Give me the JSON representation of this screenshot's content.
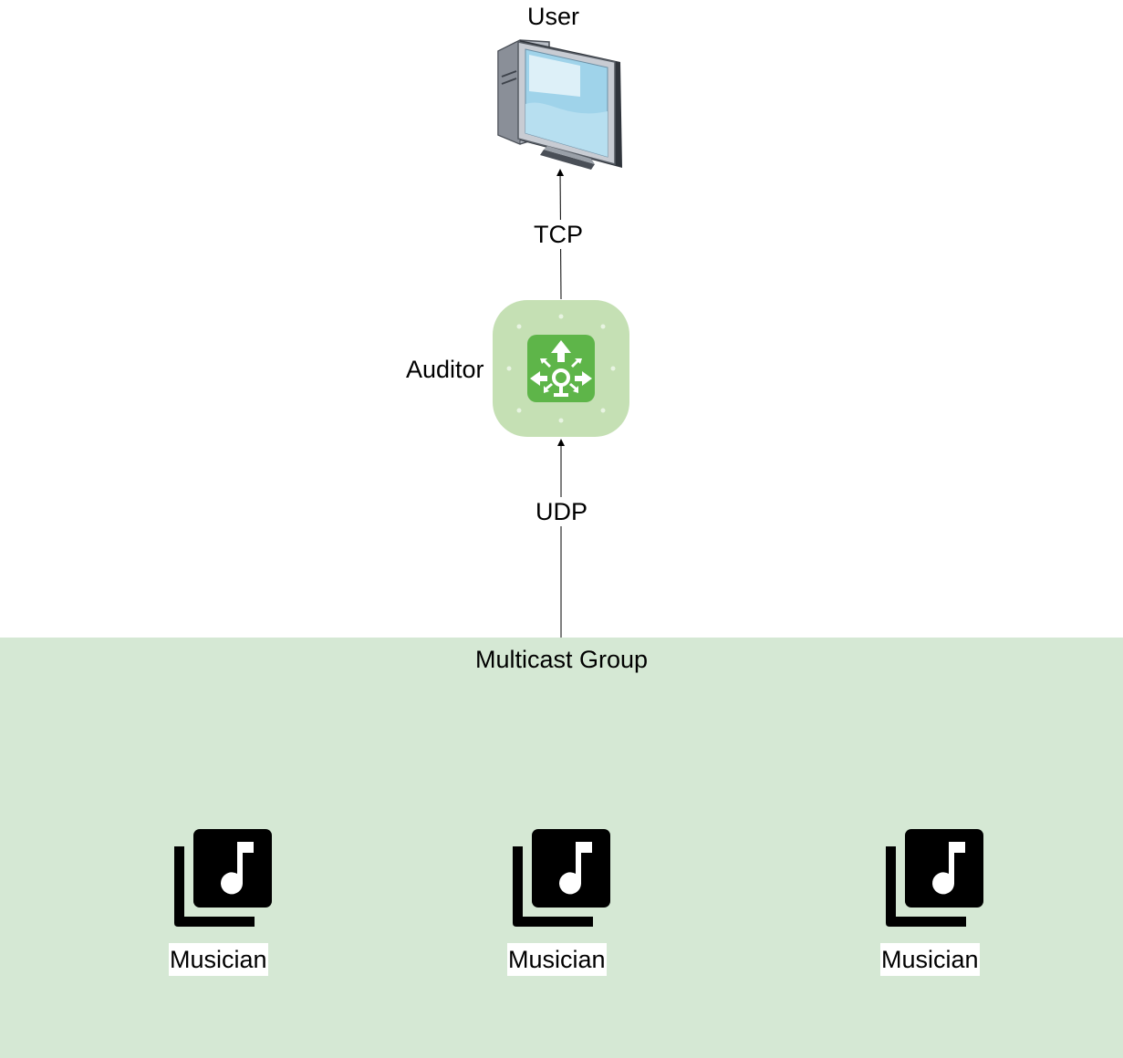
{
  "nodes": {
    "user": {
      "label": "User",
      "icon": "desktop-computer-icon"
    },
    "auditor": {
      "label": "Auditor",
      "icon": "multicast-router-icon"
    },
    "group": {
      "label": "Multicast Group"
    },
    "musicians": [
      {
        "label": "Musician",
        "icon": "music-library-icon"
      },
      {
        "label": "Musician",
        "icon": "music-library-icon"
      },
      {
        "label": "Musician",
        "icon": "music-library-icon"
      }
    ]
  },
  "edges": [
    {
      "from": "auditor",
      "to": "user",
      "label": "TCP"
    },
    {
      "from": "group",
      "to": "auditor",
      "label": "UDP"
    }
  ],
  "colors": {
    "group_fill": "#d5e8d4",
    "auditor_bg": "#c5e0b4",
    "auditor_tile": "#5eb549"
  }
}
